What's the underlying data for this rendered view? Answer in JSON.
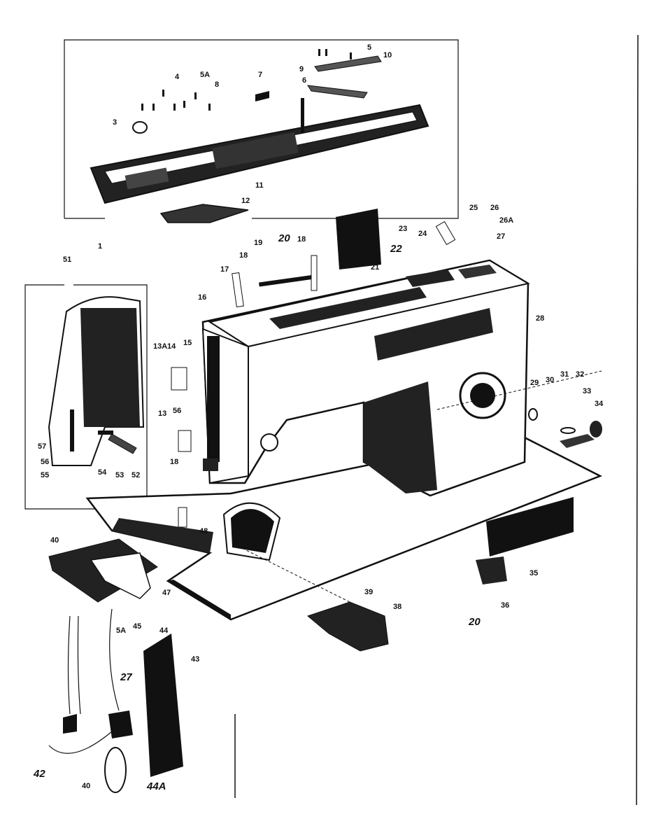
{
  "diagram": {
    "colors": {
      "ink": "#111111",
      "paper": "#ffffff"
    },
    "labels": {
      "p1": "1",
      "p3": "3",
      "p4": "4",
      "p5a_top": "5A",
      "p5": "5",
      "p6": "6",
      "p7": "7",
      "p8": "8",
      "p9": "9",
      "p10": "10",
      "p11": "11",
      "p12": "12",
      "p13": "13",
      "p13a": "13A",
      "p14": "14",
      "p15": "15",
      "p16": "16",
      "p17": "17",
      "p18a": "18",
      "p18b": "18",
      "p18c": "18",
      "p19": "19",
      "p20": "20",
      "p20b": "20",
      "p21": "21",
      "p22": "22",
      "p23": "23",
      "p24": "24",
      "p25": "25",
      "p26": "26",
      "p26a": "26A",
      "p27": "27",
      "p27b": "27",
      "p28": "28",
      "p29": "29",
      "p30": "30",
      "p31": "31",
      "p32": "32",
      "p33": "33",
      "p34": "34",
      "p35": "35",
      "p36": "36",
      "p38": "38",
      "p39": "39",
      "p40": "40",
      "p40b": "40",
      "p42": "42",
      "p43": "43",
      "p44": "44",
      "p44a": "44A",
      "p45": "45",
      "p47": "47",
      "p48": "48",
      "p5a_low": "5A",
      "p51": "51",
      "p52": "52",
      "p53": "53",
      "p54": "54",
      "p55": "55",
      "p56": "56",
      "p56b": "56",
      "p57": "57"
    }
  }
}
